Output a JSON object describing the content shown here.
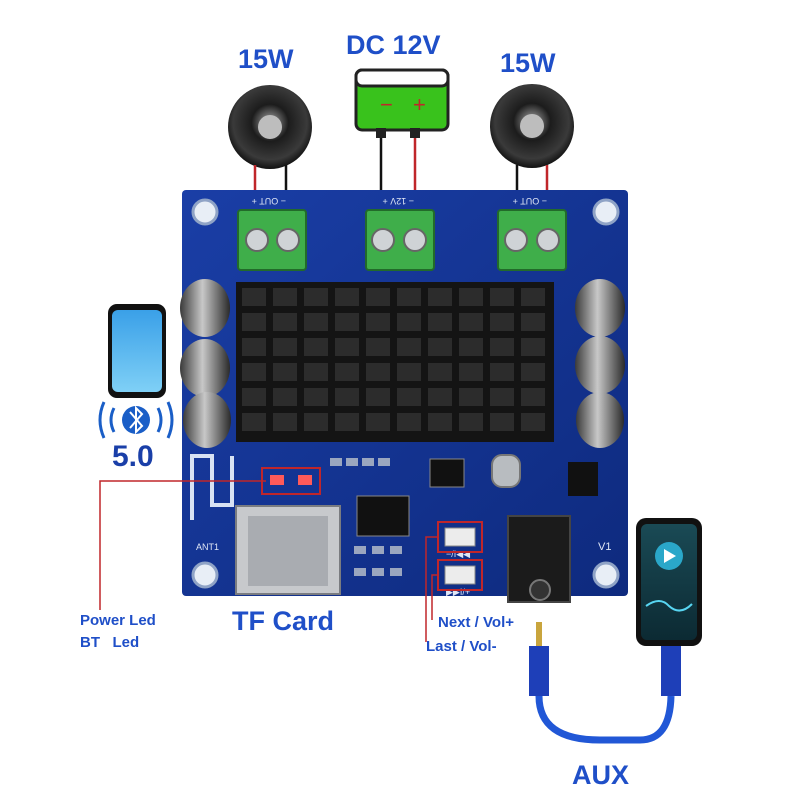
{
  "speakers": {
    "left_label": "15W",
    "right_label": "15W"
  },
  "power": {
    "label": "DC 12V",
    "minus": "−",
    "plus": "+"
  },
  "board": {
    "silk_out_left": "− OUT +",
    "silk_12v": "− 12V +",
    "silk_out_right": "− OUT +",
    "silk_ant": "ANT1",
    "silk_v1": "V1",
    "silk_prev": "−/I◀◀",
    "silk_next": "▶▶I/+"
  },
  "bluetooth": {
    "version": "5.0"
  },
  "callouts": {
    "power_led": "Power Led",
    "bt_led": "BT   Led",
    "tf_card": "TF Card",
    "next_vol": "Next / Vol+",
    "last_vol": "Last / Vol-",
    "aux": "AUX"
  },
  "colors": {
    "label_blue": "#1f4fc8",
    "pcb_blue": "#13318f",
    "terminal_green": "#3fae4a",
    "battery_green": "#39c21c",
    "callout_red": "#c0262a",
    "cable_blue": "#2157d6"
  }
}
